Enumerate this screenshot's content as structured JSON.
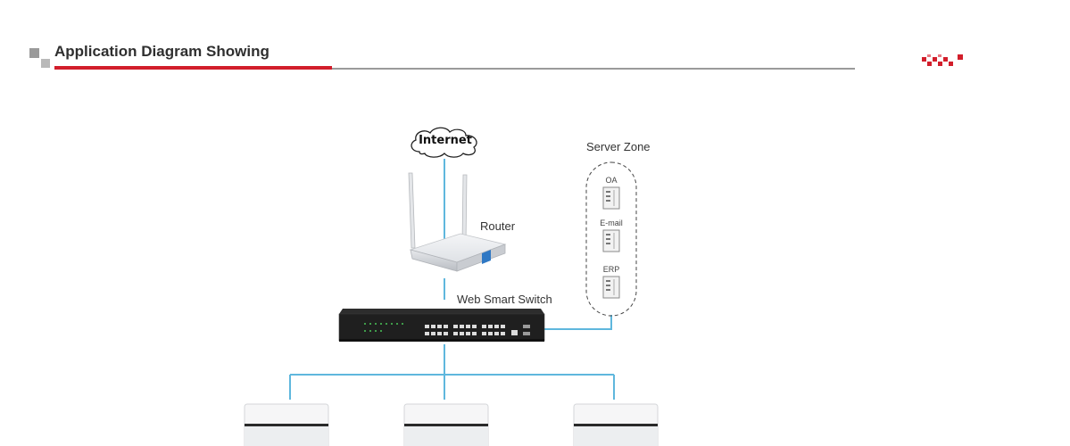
{
  "header": {
    "title": "Application Diagram Showing",
    "accent_color": "#d21e2b",
    "logo_icon": "red-pixel-logo-icon"
  },
  "diagram": {
    "internet_label": "Internet",
    "router_label": "Router",
    "switch_label": "Web Smart Switch",
    "server_zone": {
      "label": "Server Zone",
      "servers": [
        {
          "label": "OA"
        },
        {
          "label": "E-mail"
        },
        {
          "label": "ERP"
        }
      ]
    },
    "endpoints": [
      {
        "icon": "access-point-icon"
      },
      {
        "icon": "access-point-icon"
      },
      {
        "icon": "access-point-icon"
      }
    ],
    "connection_color": "#5fb7dd"
  }
}
